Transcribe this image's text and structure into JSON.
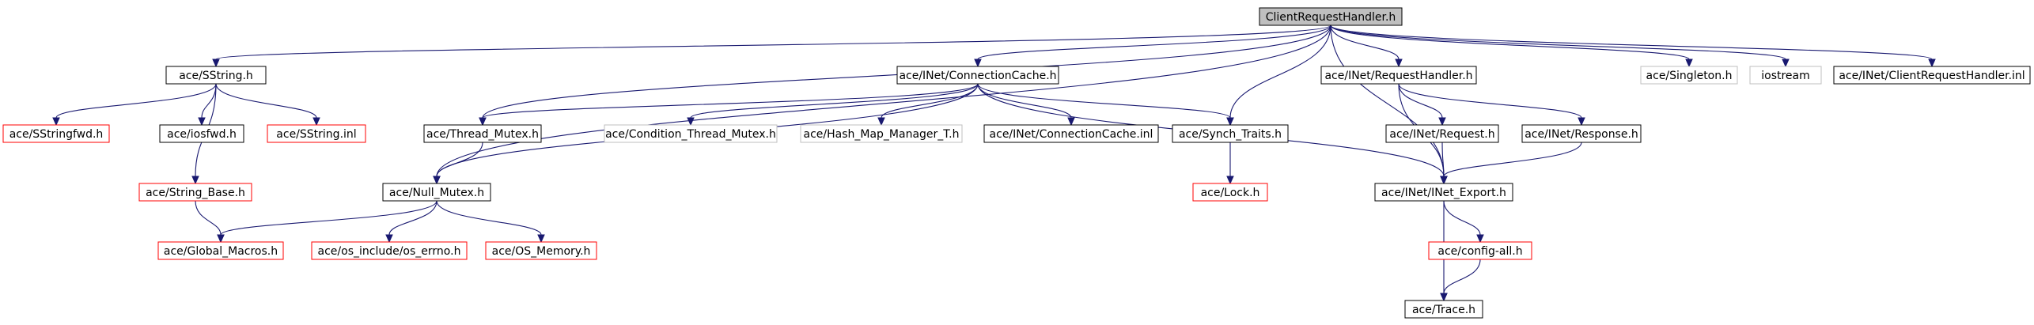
{
  "colors": {
    "edge": "#191970",
    "border_black": "#000000",
    "border_red": "#ff0000",
    "border_gray": "#bfbfbf",
    "root_fill": "#bfbfbf",
    "fill": "#ffffff"
  },
  "nodes": [
    {
      "id": "root",
      "label": "ClientRequestHandler.h",
      "style": "root"
    },
    {
      "id": "sstring",
      "label": "ace/SString.h",
      "style": "black"
    },
    {
      "id": "conncache",
      "label": "ace/INet/ConnectionCache.h",
      "style": "black"
    },
    {
      "id": "reqhandler",
      "label": "ace/INet/RequestHandler.h",
      "style": "black"
    },
    {
      "id": "singleton",
      "label": "ace/Singleton.h",
      "style": "gray"
    },
    {
      "id": "iostream",
      "label": "iostream",
      "style": "gray"
    },
    {
      "id": "crhinl",
      "label": "ace/INet/ClientRequestHandler.inl",
      "style": "black"
    },
    {
      "id": "sstringfwd",
      "label": "ace/SStringfwd.h",
      "style": "red"
    },
    {
      "id": "iosfwd",
      "label": "ace/iosfwd.h",
      "style": "black"
    },
    {
      "id": "sstringinl",
      "label": "ace/SString.inl",
      "style": "red"
    },
    {
      "id": "threadmutex",
      "label": "ace/Thread_Mutex.h",
      "style": "black"
    },
    {
      "id": "condmutex",
      "label": "ace/Condition_Thread_Mutex.h",
      "style": "gray"
    },
    {
      "id": "hashmap",
      "label": "ace/Hash_Map_Manager_T.h",
      "style": "gray"
    },
    {
      "id": "conncacheinl",
      "label": "ace/INet/ConnectionCache.inl",
      "style": "black"
    },
    {
      "id": "synchtraits",
      "label": "ace/Synch_Traits.h",
      "style": "black"
    },
    {
      "id": "request",
      "label": "ace/INet/Request.h",
      "style": "black"
    },
    {
      "id": "response",
      "label": "ace/INet/Response.h",
      "style": "black"
    },
    {
      "id": "stringbase",
      "label": "ace/String_Base.h",
      "style": "red"
    },
    {
      "id": "nullmutex",
      "label": "ace/Null_Mutex.h",
      "style": "black"
    },
    {
      "id": "lock",
      "label": "ace/Lock.h",
      "style": "red"
    },
    {
      "id": "inetexport",
      "label": "ace/INet/INet_Export.h",
      "style": "black"
    },
    {
      "id": "globalmacros",
      "label": "ace/Global_Macros.h",
      "style": "red"
    },
    {
      "id": "oserrno",
      "label": "ace/os_include/os_errno.h",
      "style": "red"
    },
    {
      "id": "osmemory",
      "label": "ace/OS_Memory.h",
      "style": "red"
    },
    {
      "id": "configall",
      "label": "ace/config-all.h",
      "style": "red"
    },
    {
      "id": "trace",
      "label": "ace/Trace.h",
      "style": "black"
    }
  ],
  "edges": [
    [
      "root",
      "sstring"
    ],
    [
      "root",
      "conncache"
    ],
    [
      "root",
      "reqhandler"
    ],
    [
      "root",
      "singleton"
    ],
    [
      "root",
      "iostream"
    ],
    [
      "root",
      "crhinl"
    ],
    [
      "root",
      "threadmutex"
    ],
    [
      "root",
      "nullmutex"
    ],
    [
      "root",
      "synchtraits"
    ],
    [
      "root",
      "inetexport"
    ],
    [
      "sstring",
      "sstringfwd"
    ],
    [
      "sstring",
      "iosfwd"
    ],
    [
      "sstring",
      "sstringinl"
    ],
    [
      "sstring",
      "stringbase"
    ],
    [
      "conncache",
      "threadmutex"
    ],
    [
      "conncache",
      "condmutex"
    ],
    [
      "conncache",
      "hashmap"
    ],
    [
      "conncache",
      "conncacheinl"
    ],
    [
      "conncache",
      "synchtraits"
    ],
    [
      "conncache",
      "nullmutex"
    ],
    [
      "conncache",
      "inetexport"
    ],
    [
      "reqhandler",
      "request"
    ],
    [
      "reqhandler",
      "response"
    ],
    [
      "reqhandler",
      "inetexport"
    ],
    [
      "threadmutex",
      "nullmutex"
    ],
    [
      "stringbase",
      "globalmacros"
    ],
    [
      "nullmutex",
      "globalmacros"
    ],
    [
      "nullmutex",
      "oserrno"
    ],
    [
      "nullmutex",
      "osmemory"
    ],
    [
      "synchtraits",
      "lock"
    ],
    [
      "request",
      "inetexport"
    ],
    [
      "response",
      "inetexport"
    ],
    [
      "inetexport",
      "configall"
    ],
    [
      "inetexport",
      "trace"
    ],
    [
      "configall",
      "trace"
    ]
  ]
}
